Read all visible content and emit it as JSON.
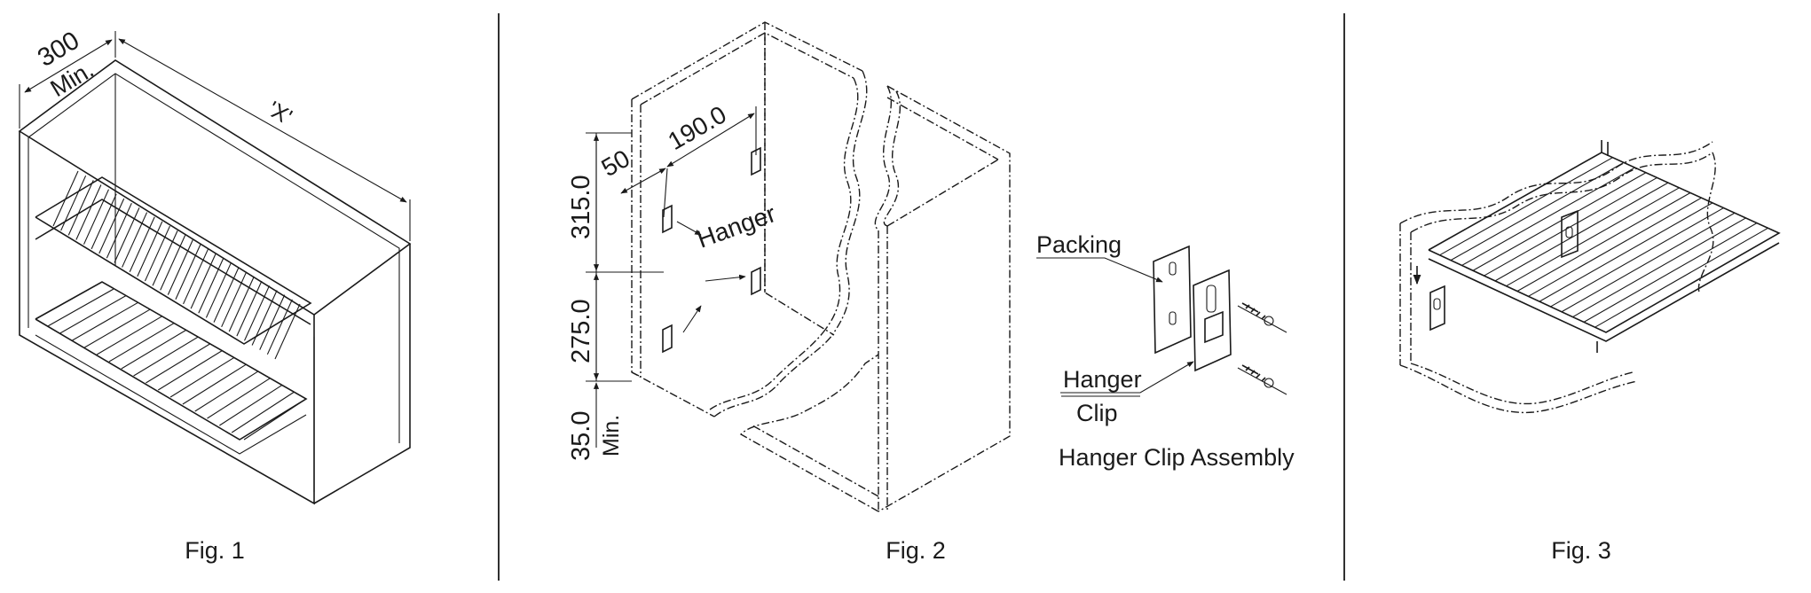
{
  "fig1": {
    "caption": "Fig. 1",
    "dim_depth": "300",
    "dim_depth_note": "Min.",
    "dim_width": "'X'"
  },
  "fig2": {
    "caption": "Fig. 2",
    "dim_top": "315.0",
    "dim_middle": "275.0",
    "dim_bottom": "35.0",
    "dim_bottom_note": "Min.",
    "dim_offset": "50",
    "dim_spacing": "190.0",
    "hanger_label": "Hanger",
    "packing_label": "Packing",
    "clip_label_line1": "Hanger",
    "clip_label_line2": "Clip",
    "assembly_title": "Hanger Clip Assembly"
  },
  "fig3": {
    "caption": "Fig. 3"
  }
}
